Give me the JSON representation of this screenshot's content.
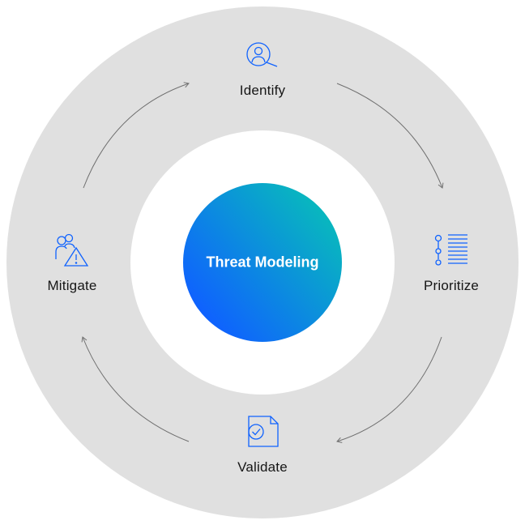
{
  "diagram": {
    "center_title": "Threat Modeling",
    "stages": [
      {
        "label": "Identify",
        "icon": "user-search-icon"
      },
      {
        "label": "Prioritize",
        "icon": "list-flow-icon"
      },
      {
        "label": "Validate",
        "icon": "document-check-icon"
      },
      {
        "label": "Mitigate",
        "icon": "users-warning-icon"
      }
    ],
    "colors": {
      "ring": "#e0e0e0",
      "gradient_start": "#0f62fe",
      "gradient_end": "#08bdba",
      "icon": "#0f62fe",
      "arrow": "#6f6f6f",
      "text": "#161616"
    }
  }
}
